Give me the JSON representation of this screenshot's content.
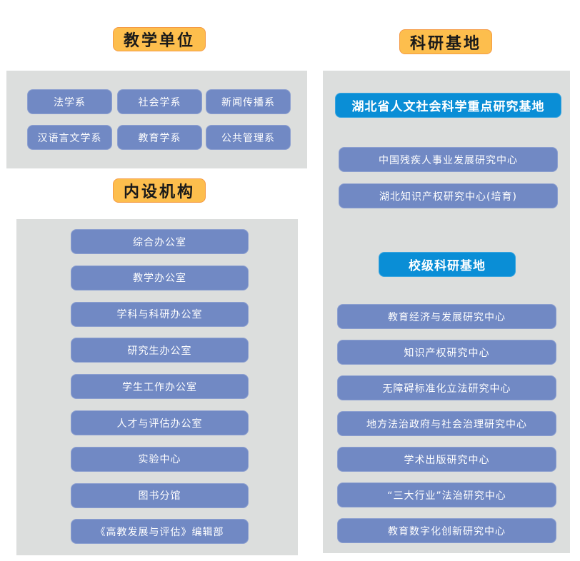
{
  "teaching": {
    "title": "教学单位",
    "items": [
      "法学系",
      "社会学系",
      "新闻传播系",
      "汉语言文学系",
      "教育学系",
      "公共管理系"
    ]
  },
  "internal": {
    "title": "内设机构",
    "items": [
      "综合办公室",
      "教学办公室",
      "学科与科研办公室",
      "研究生办公室",
      "学生工作办公室",
      "人才与评估办公室",
      "实验中心",
      "图书分馆",
      "《高教发展与评估》编辑部"
    ]
  },
  "research": {
    "title": "科研基地",
    "provincial_header": "湖北省人文社会科学重点研究基地",
    "provincial_items": [
      "中国残疾人事业发展研究中心",
      "湖北知识产权研究中心(培育)"
    ],
    "school_header": "校级科研基地",
    "school_items": [
      "教育经济与发展研究中心",
      "知识产权研究中心",
      "无障碍标准化立法研究中心",
      "地方法治政府与社会治理研究中心",
      "学术出版研究中心",
      "“三大行业”法治研究中心",
      "教育数字化创新研究中心"
    ]
  },
  "colors": {
    "title_bg": "#FDBE4D",
    "item_bg": "#7189C4",
    "header_bg": "#0A8ED6",
    "panel_bg": "#DCDEDD"
  }
}
